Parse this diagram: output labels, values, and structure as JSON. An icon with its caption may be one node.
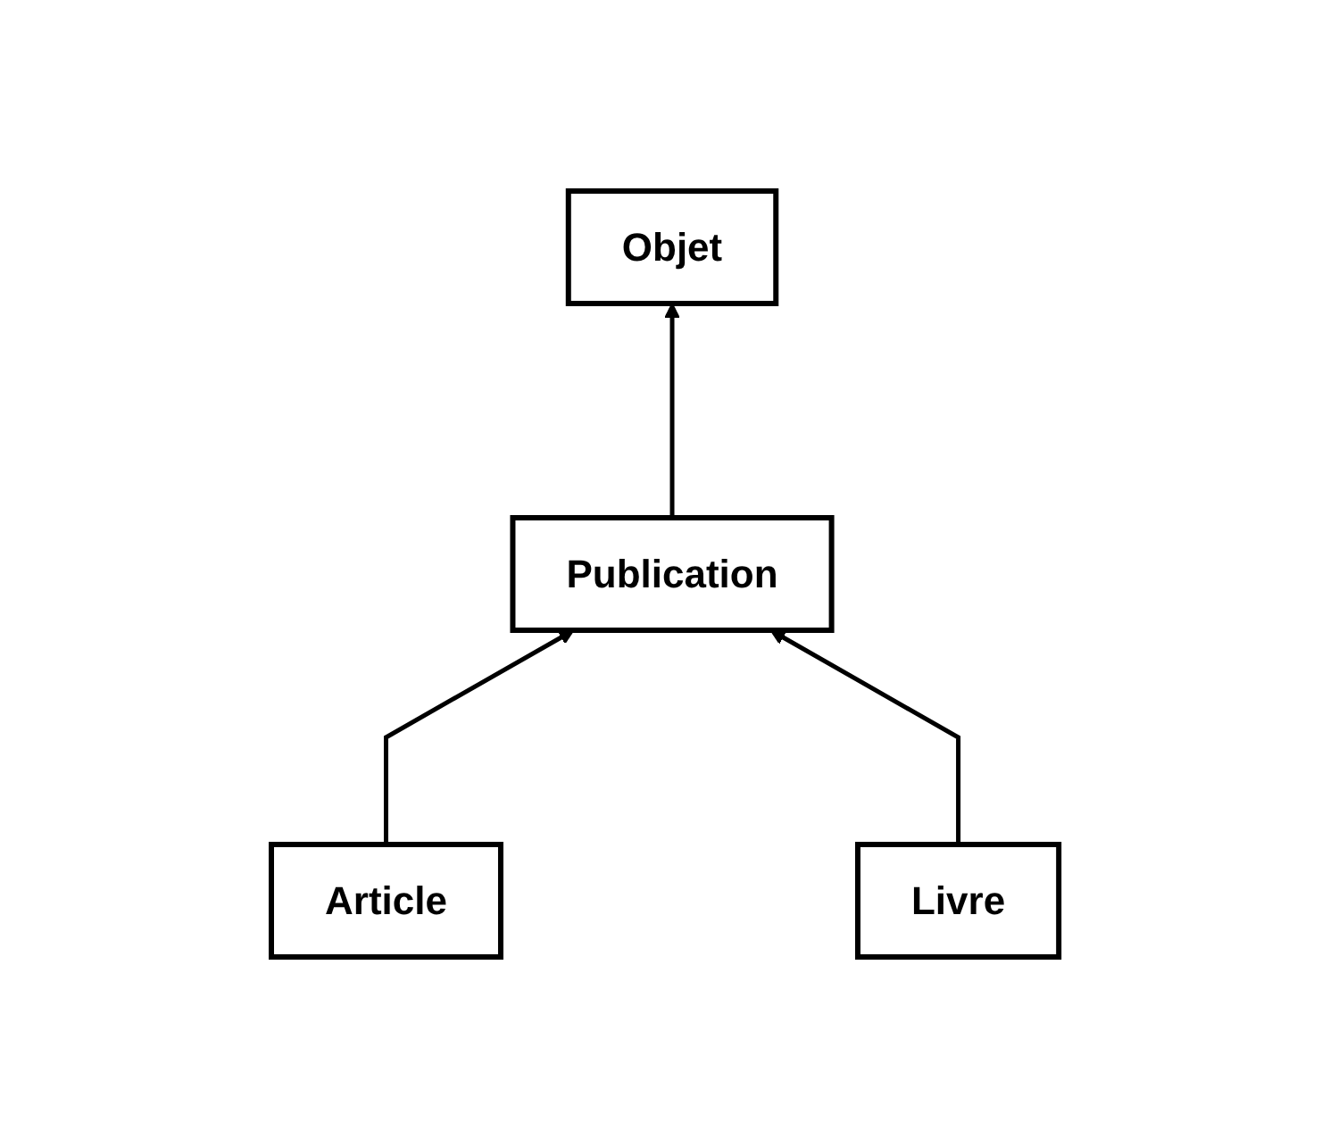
{
  "diagram": {
    "nodes": [
      {
        "text": [
          "Objet"
        ]
      },
      {
        "text": [
          "Publication"
        ]
      },
      {
        "text": [
          "Article"
        ]
      },
      {
        "text": [
          "Livre"
        ]
      }
    ],
    "edges": [
      {
        "from": 1,
        "to": 0,
        "arrow": "to"
      },
      {
        "from": 2,
        "to": 1,
        "arrow": "to"
      },
      {
        "from": 3,
        "to": 1,
        "arrow": "to"
      }
    ]
  }
}
